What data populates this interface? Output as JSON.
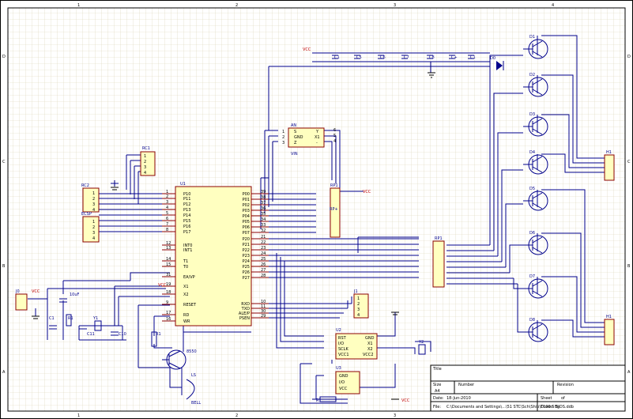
{
  "border_cols": [
    "1",
    "2",
    "3",
    "4"
  ],
  "border_rows": [
    "D",
    "C",
    "B",
    "A"
  ],
  "mcu": {
    "ref": "U1",
    "left_pins": [
      {
        "num": "1",
        "name": "P10"
      },
      {
        "num": "2",
        "name": "P11"
      },
      {
        "num": "3",
        "name": "P12"
      },
      {
        "num": "4",
        "name": "P13"
      },
      {
        "num": "5",
        "name": "P14"
      },
      {
        "num": "6",
        "name": "P15"
      },
      {
        "num": "7",
        "name": "P16"
      },
      {
        "num": "8",
        "name": "P17"
      },
      {
        "num": "12",
        "name": "INT0"
      },
      {
        "num": "13",
        "name": "INT1"
      },
      {
        "num": "14",
        "name": "T1"
      },
      {
        "num": "15",
        "name": "T0"
      },
      {
        "num": "31",
        "name": "EA/VP"
      },
      {
        "num": "19",
        "name": "X1"
      },
      {
        "num": "18",
        "name": "X2"
      },
      {
        "num": "9",
        "name": "RESET"
      },
      {
        "num": "17",
        "name": "RD"
      },
      {
        "num": "16",
        "name": "WR"
      }
    ],
    "right_pins": [
      {
        "num": "39",
        "name": "P00"
      },
      {
        "num": "38",
        "name": "P01"
      },
      {
        "num": "37",
        "name": "P02"
      },
      {
        "num": "36",
        "name": "P03"
      },
      {
        "num": "35",
        "name": "P04"
      },
      {
        "num": "34",
        "name": "P05"
      },
      {
        "num": "33",
        "name": "P06"
      },
      {
        "num": "32",
        "name": "P07"
      },
      {
        "num": "21",
        "name": "P20"
      },
      {
        "num": "22",
        "name": "P21"
      },
      {
        "num": "23",
        "name": "P22"
      },
      {
        "num": "24",
        "name": "P23"
      },
      {
        "num": "25",
        "name": "P24"
      },
      {
        "num": "26",
        "name": "P25"
      },
      {
        "num": "27",
        "name": "P26"
      },
      {
        "num": "28",
        "name": "P27"
      },
      {
        "num": "10",
        "name": "RXD"
      },
      {
        "num": "11",
        "name": "TXD"
      },
      {
        "num": "30",
        "name": "ALE/P"
      },
      {
        "num": "29",
        "name": "PSEN"
      }
    ]
  },
  "components": {
    "rc1": "RC1",
    "rc2": "RC2",
    "ecsp": "ECSP",
    "an": "AN",
    "an_sub": "VIN",
    "rp1": "RP1",
    "rp1_mid": "RP+",
    "rp2": "RP1",
    "j1": "J1",
    "u2": "U2",
    "u3": "U3",
    "h1": "H1",
    "h2": "H1",
    "j0": "J0",
    "y1": "Y1",
    "y2": "Y2",
    "c10": "C10",
    "c11": "C11",
    "c1": "C1",
    "r1": "R1",
    "r2": "R1",
    "r3": "R1",
    "cap10uf": "10uF",
    "q1": "8550",
    "ls1": "LS",
    "ls1_sub": "BELL",
    "d0": "D0",
    "vcc": "VCC",
    "decaps": [
      "C1",
      "C5",
      "C6",
      "C7",
      "C8",
      "C+",
      "C1"
    ],
    "transistors": [
      "D1",
      "D2",
      "D3",
      "D4",
      "D5",
      "D6",
      "D7",
      "D8"
    ]
  },
  "pin_names": {
    "an_left": [
      "1",
      "2",
      "3"
    ],
    "an_right": [
      "6",
      "5",
      "4"
    ],
    "an_inside": [
      "S",
      "GND",
      "Z"
    ],
    "an_inside_r": [
      "Y",
      "X1",
      "-"
    ],
    "u2_pins": [
      "RST",
      "I/O",
      "SCLK",
      "VCC1"
    ],
    "u2_right": [
      "GND",
      "X1",
      "X2",
      "VCC2"
    ],
    "u3_pins": [
      "GND",
      "I/O",
      "VCC"
    ],
    "j1_pins": [
      "1",
      "2",
      "3",
      "4"
    ]
  },
  "title_block": {
    "title_label": "Title",
    "size_label": "Size",
    "size_value": "A4",
    "number_label": "Number",
    "revision_label": "Revision",
    "date_label": "Date:",
    "date_value": "18-Jun-2010",
    "file_label": "File:",
    "file_value": "C:\\Documents and Settings\\...\\51 STC\\Sch\\Ship\\T100.5 S\\DS.ddb",
    "sheet_label": "Sheet",
    "sheet_of": "of",
    "drawn_label": "Drawn By:"
  }
}
